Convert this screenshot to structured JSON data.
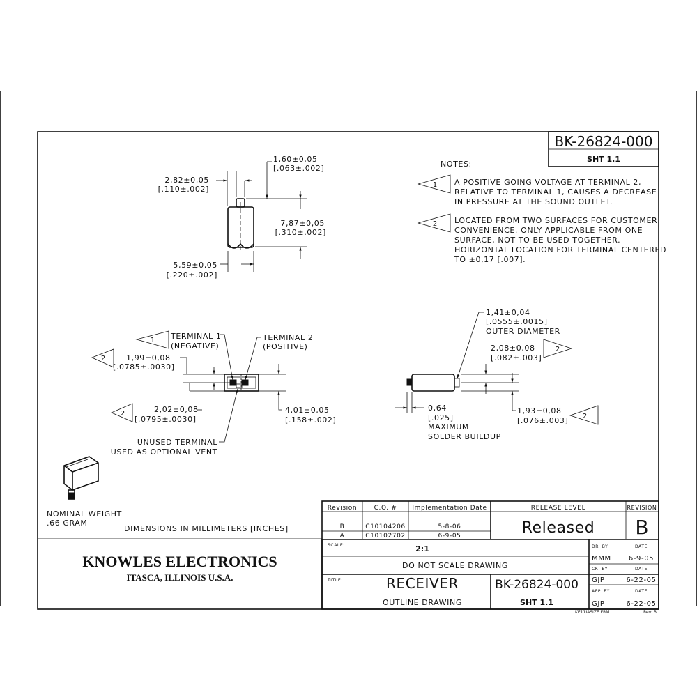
{
  "drawing": {
    "number_box": {
      "number": "BK-26824-000",
      "sheet": "SHT 1.1"
    },
    "notes": {
      "heading": "NOTES:",
      "note1": {
        "marker": "1",
        "lines": [
          "A POSITIVE GOING VOLTAGE AT TERMINAL 2,",
          "RELATIVE TO TERMINAL 1, CAUSES A DECREASE",
          "IN PRESSURE AT THE SOUND OUTLET."
        ]
      },
      "note2": {
        "marker": "2",
        "lines": [
          "LOCATED FROM TWO SURFACES FOR CUSTOMER",
          "CONVENIENCE.  ONLY APPLICABLE FROM ONE",
          "SURFACE, NOT TO BE USED TOGETHER.",
          "HORIZONTAL LOCATION FOR TERMINAL CENTERED",
          "TO ±0,17 [.007]."
        ]
      }
    },
    "top_view": {
      "dim_nozzle_w": {
        "mm": "1,60±0,05",
        "in": "[.063±.002]"
      },
      "dim_offset": {
        "mm": "2,82±0,05",
        "in": "[.110±.002]"
      },
      "dim_height": {
        "mm": "7,87±0,05",
        "in": "[.310±.002]"
      },
      "dim_width": {
        "mm": "5,59±0,05",
        "in": "[.220±.002]"
      }
    },
    "end_view": {
      "terminal1": {
        "line1": "TERMINAL 1",
        "line2": "(NEGATIVE)",
        "marker": "1"
      },
      "terminal2": {
        "line1": "TERMINAL 2",
        "line2": "(POSITIVE)"
      },
      "dim_a": {
        "mm": "1,99±0,08",
        "in": "[.0785±.0030]",
        "marker": "2"
      },
      "dim_b": {
        "mm": "2,02±0,08",
        "in": "[.0795±.0030]",
        "marker": "2"
      },
      "dim_c": {
        "mm": "4,01±0,05",
        "in": "[.158±.002]"
      },
      "unused": {
        "line1": "UNUSED TERMINAL",
        "line2": "USED AS OPTIONAL VENT"
      }
    },
    "side_view": {
      "dim_diameter": {
        "mm": "1,41±0,04",
        "in": "[.0555±.0015]",
        "label": "OUTER DIAMETER"
      },
      "dim_d": {
        "mm": "2,08±0,08",
        "in": "[.082±.003]",
        "marker": "2"
      },
      "dim_e": {
        "mm": "1,93±0,08",
        "in": "[.076±.003]",
        "marker": "2"
      },
      "solder": {
        "mm": "0,64",
        "in": "[.025]",
        "line3": "MAXIMUM",
        "line4": "SOLDER BUILDUP"
      }
    },
    "weight": {
      "line1": "NOMINAL WEIGHT",
      "line2": ".66 GRAM"
    },
    "units_note": "DIMENSIONS IN MILLIMETERS [INCHES]",
    "revision_table": {
      "headers": [
        "Revision",
        "C.O. #",
        "Implementation Date"
      ],
      "rows": [
        [
          "B",
          "C10104206",
          "5-8-06"
        ],
        [
          "A",
          "C10102702",
          "6-9-05"
        ]
      ],
      "release_level_label": "RELEASE LEVEL",
      "release_level": "Released",
      "revision_label": "REVISION",
      "revision": "B"
    },
    "title_block": {
      "company": "KNOWLES ELECTRONICS",
      "location": "ITASCA, ILLINOIS U.S.A.",
      "scale_label": "SCALE:",
      "scale": "2:1",
      "do_not_scale": "DO NOT SCALE DRAWING",
      "title_label": "TITLE:",
      "title": "RECEIVER",
      "subtitle": "OUTLINE DRAWING",
      "drawing_number": "BK-26824-000",
      "sheet": "SHT 1.1",
      "dr_by_label": "DR. BY",
      "dr_by": "MMM",
      "dr_date": "6-9-05",
      "ck_by_label": "CK. BY",
      "ck_by": "GJP",
      "ck_date": "6-22-05",
      "app_by_label": "APP. BY",
      "app_by": "GJP",
      "app_date": "6-22-05",
      "date_label": "DATE",
      "frame_file": "KE11IASIZE.FRM",
      "rev_note": "Rev: B"
    }
  }
}
